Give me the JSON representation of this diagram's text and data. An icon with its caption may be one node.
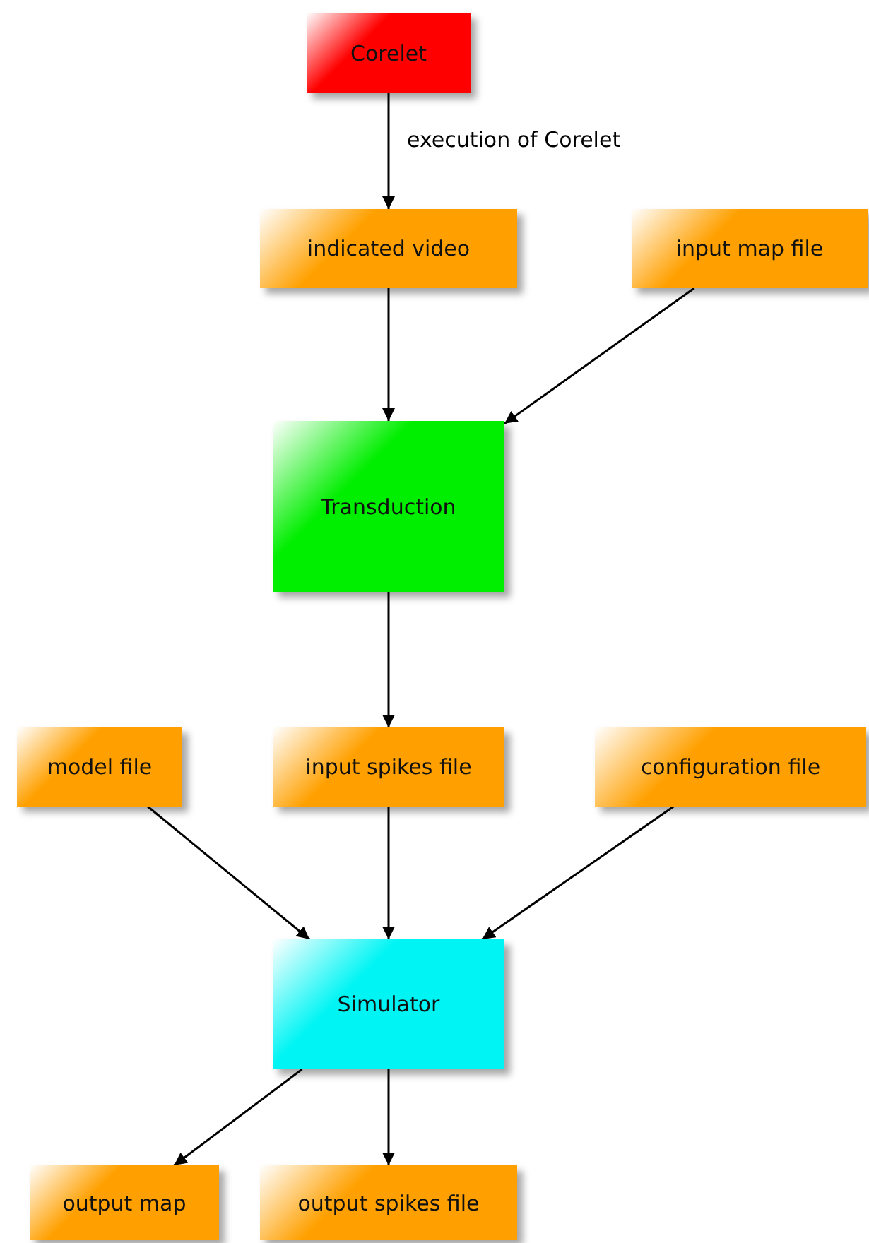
{
  "diagram": {
    "nodes": [
      {
        "text": [
          "Corelet"
        ]
      },
      {
        "text": [
          "indicated video"
        ]
      },
      {
        "text": [
          "input map file"
        ]
      },
      {
        "text": [
          "Transduction"
        ]
      },
      {
        "text": [
          "model file"
        ]
      },
      {
        "text": [
          "input spikes file"
        ]
      },
      {
        "text": [
          "configuration file"
        ]
      },
      {
        "text": [
          "Simulator"
        ]
      },
      {
        "text": [
          "output map"
        ]
      },
      {
        "text": [
          "output spikes file"
        ]
      }
    ],
    "edges": [
      {
        "from": 0,
        "to": 1,
        "arrow": "to",
        "label": "execution of Corelet"
      },
      {
        "from": 1,
        "to": 3,
        "arrow": "to"
      },
      {
        "from": 2,
        "to": 3,
        "arrow": "to"
      },
      {
        "from": 3,
        "to": 5,
        "arrow": "to"
      },
      {
        "from": 4,
        "to": 7,
        "arrow": "to"
      },
      {
        "from": 5,
        "to": 7,
        "arrow": "to"
      },
      {
        "from": 6,
        "to": 7,
        "arrow": "to"
      },
      {
        "from": 7,
        "to": 8,
        "arrow": "to"
      },
      {
        "from": 7,
        "to": 9,
        "arrow": "to"
      }
    ]
  }
}
